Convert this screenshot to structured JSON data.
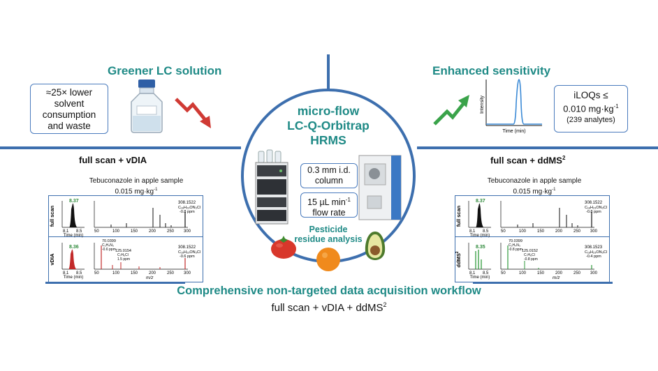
{
  "colors": {
    "teal": "#1f8a86",
    "blue": "#3d6fae",
    "red": "#d03a34",
    "green": "#3aa34a"
  },
  "left": {
    "title": "Greener LC solution",
    "box_lines": [
      "≈25× lower",
      "solvent",
      "consumption",
      "and waste"
    ],
    "icons": [
      "solvent-bottle-icon",
      "red-down-arrow-icon"
    ]
  },
  "right": {
    "title": "Enhanced sensitivity",
    "box_line1": "iLOQs ≤",
    "box_line2": "0.010 mg·kg",
    "box_line2_sup": "-1",
    "box_line3": "(239 analytes)",
    "graph_ylabel": "Intensity",
    "graph_xlabel": "Time (min)",
    "icons": [
      "green-up-arrow-icon"
    ]
  },
  "center": {
    "title": [
      "micro-flow",
      "LC-Q-Orbitrap",
      "HRMS"
    ],
    "column_box": [
      "0.3 mm i.d.",
      "column"
    ],
    "flow_line1": "15 µL min",
    "flow_sup": "-1",
    "flow_line2": "flow rate",
    "residue": [
      "Pesticide",
      "residue analysis"
    ],
    "icons": [
      "lc-instrument-icon",
      "orbitrap-ms-icon",
      "tomato-icon",
      "orange-icon",
      "avocado-icon"
    ]
  },
  "panels": {
    "left_title": "full scan + vDIA",
    "right_title_main": "full scan + ddMS",
    "right_title_sup": "2",
    "sample_line1": "Tebuconazole in apple sample",
    "sample_line2": "0.015 mg·kg",
    "sample_sup": "-1",
    "row_fullscan": "full scan",
    "row_vdia": "vDIA",
    "row_ddms2_main": "ddMS",
    "row_ddms2_sup": "2",
    "time_label": "Time (min)",
    "mz_label": "m/z",
    "x_ticks_time": [
      "8.1",
      "8.5"
    ],
    "x_ticks_mz": [
      "50",
      "100",
      "150",
      "200",
      "250",
      "300"
    ],
    "left_top_rt": "8.37",
    "left_bottom_rt": "8.36",
    "right_top_rt": "8.37",
    "right_bottom_rt": "8.35",
    "mz_308_left_top": "308.1522",
    "mz_308_left_bottom": "308.1522",
    "mz_308_right_top": "308.1522",
    "mz_308_right_bottom": "308.1523",
    "formula_308": "C₁₆H₂₃ON₃Cl",
    "ppm_308_left_top": "-0.8 ppm",
    "ppm_308_left_bottom": "-0.6 ppm",
    "ppm_308_right_top": "-0.8 ppm",
    "ppm_308_right_bottom": "-0.4 ppm",
    "mz_70_left": "70.0399",
    "mz_70_right": "70.0399",
    "formula_70": "C₂H₄N₃",
    "ppm_70_left": "-0.6 ppm",
    "ppm_70_right": "-0.8 ppm",
    "mz_125_left": "125.0154",
    "mz_125_right": "125.0152",
    "formula_125": "C₇H₆Cl",
    "ppm_125_left": "1.5 ppm",
    "ppm_125_right": "-0.8 ppm"
  },
  "footer": {
    "title": "Comprehensive non-targeted data acquisition workflow",
    "subtitle_main": "full scan + vDIA + ddMS",
    "subtitle_sup": "2"
  }
}
